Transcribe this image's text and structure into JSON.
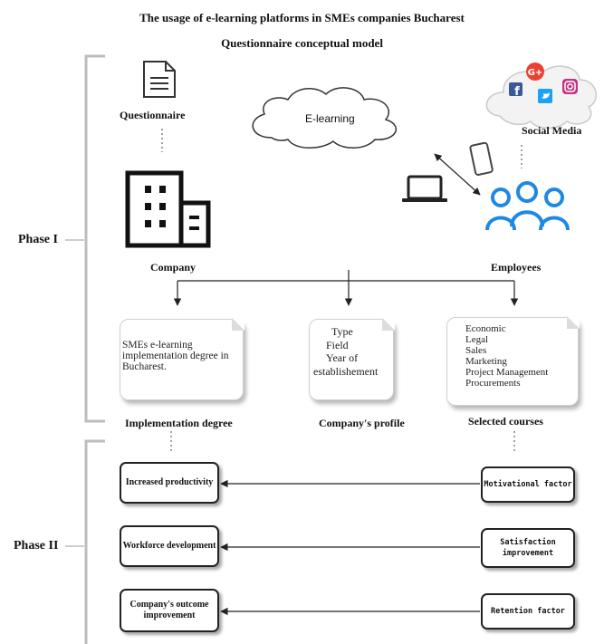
{
  "diagram": {
    "title_line1": "The usage of e-learning platforms in SMEs companies Bucharest",
    "title_line2": "Questionnaire conceptual model",
    "phase1_label": "Phase I",
    "phase2_label": "Phase II",
    "questionnaire_label": "Questionnaire",
    "elearning_label": "E-learning",
    "social_media_label": "Social Media",
    "company_label": "Company",
    "employees_label": "Employees",
    "card_implementation": "SMEs e-learning implementation degree in Bucharest.",
    "card_profile": [
      "Type",
      "Field",
      "Year of",
      "establishement"
    ],
    "card_courses": [
      "Economic",
      "Legal",
      "Sales",
      "Marketing",
      "Project Management",
      "Procurements"
    ],
    "implementation_degree_label": "Implementation degree",
    "company_profile_label": "Company's profile",
    "selected_courses_label": "Selected courses",
    "left_boxes": [
      "Increased productivity",
      "Workforce development",
      "Company's outcome improvement"
    ],
    "right_boxes": [
      "Motivational factor",
      "Satisfaction improvement",
      "Retention factor"
    ]
  },
  "icons": [
    "document-icon",
    "cloud-icon",
    "social-media-icon",
    "building-icon",
    "laptop-icon",
    "tablet-icon",
    "people-icon"
  ],
  "colors": {
    "employees_blue": "#1e88e5",
    "facebook": "#3b5998",
    "google": "#e94235",
    "twitter": "#1da1f2",
    "instagram": "#c13584"
  }
}
